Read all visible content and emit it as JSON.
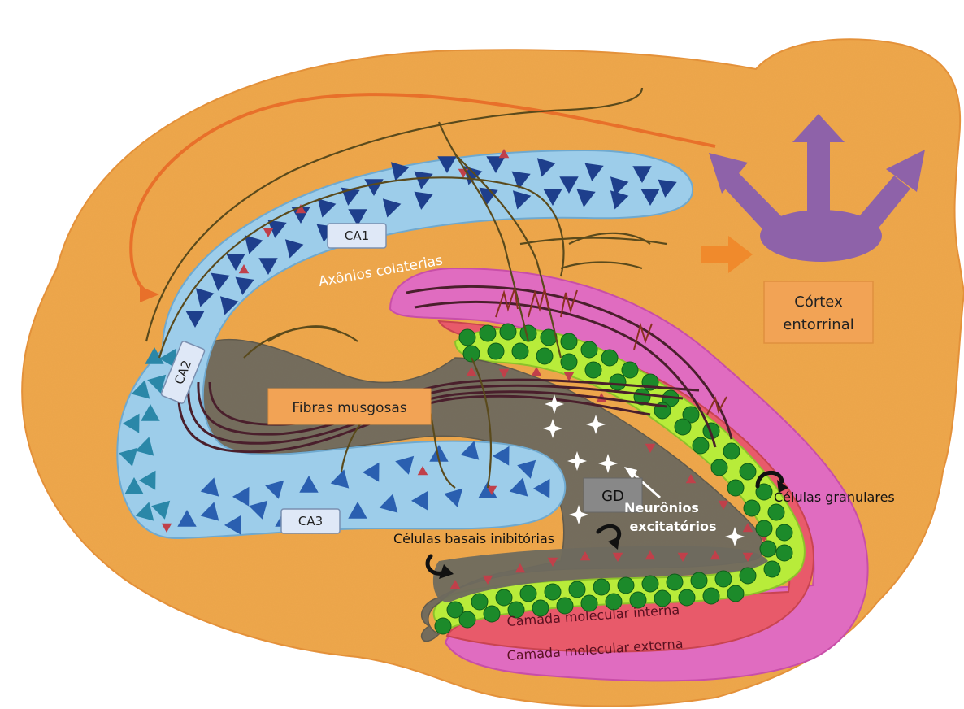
{
  "labels": {
    "ca1": "CA1",
    "ca2": "CA2",
    "ca3": "CA3",
    "gd": "GD",
    "axonios": "Axônios colaterias",
    "fibras": "Fibras musgosas",
    "cortex_line1": "Córtex",
    "cortex_line2": "entorrinal",
    "neuronios_line1": "Neurônios",
    "neuronios_line2": "excitatórios",
    "granulares": "Células granulares",
    "basais": "Células basais inibitórias",
    "molecular_interna": "Camada molecular interna",
    "molecular_externa": "Camada molecular externa"
  },
  "colors": {
    "background_tissue": "#f0a74c",
    "ca_region": "#9dcdea",
    "pyramidal_dark": "#1e3f8c",
    "pyramidal_teal": "#2a87a8",
    "pink_layer": "#e06cc0",
    "red_layer": "#e85a6a",
    "green_layer": "#b8ec3a",
    "granule_cell": "#1c8a2a",
    "grey_hilus": "#6e6a5e",
    "purple_arrows": "#8e62a9",
    "orange_arrow": "#f08a2c",
    "fiber": "#5a4a1c",
    "mossy_fiber": "#4a1f2c",
    "label_box": "#f2a355"
  }
}
